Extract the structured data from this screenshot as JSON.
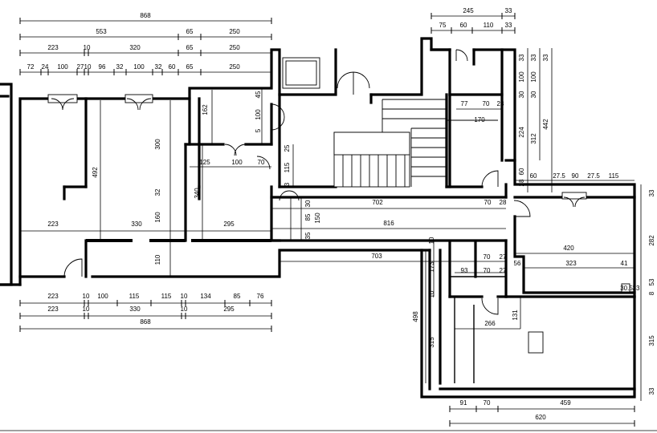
{
  "top": {
    "row1": [
      "868"
    ],
    "row2": [
      "553",
      "65",
      "250"
    ],
    "row3": [
      "223",
      "10",
      "320",
      "65",
      "250"
    ],
    "row4": [
      "72",
      "24",
      "100",
      "27",
      "10",
      "96",
      "32",
      "100",
      "32",
      "60",
      "65",
      "250"
    ],
    "right_row1": [
      "245",
      "33"
    ],
    "right_row2": [
      "75",
      "60",
      "110",
      "33"
    ]
  },
  "bottom": {
    "row1": [
      "223",
      "10",
      "100",
      "115",
      "115",
      "10",
      "134",
      "85",
      "76"
    ],
    "row2": [
      "223",
      "10",
      "330",
      "10",
      "295"
    ],
    "row3": [
      "868"
    ],
    "right_row1": [
      "91",
      "70",
      "459"
    ],
    "right_row2": [
      "620"
    ]
  },
  "right_column": [
    "33",
    "282",
    "8",
    "53",
    "315",
    "33"
  ],
  "stair_column": [
    "33",
    "100",
    "30",
    "224",
    "28",
    "33",
    "100",
    "30",
    "312",
    "60",
    "33",
    "442"
  ],
  "interior": {
    "rooms_left": [
      "223",
      "330",
      "295"
    ],
    "v492": "492",
    "v300": "300",
    "v32": "32",
    "v160": "160",
    "v110": "110",
    "v340": "340",
    "v162": "162",
    "v45": "45",
    "v100a": "100",
    "v5": "5",
    "v25": "25",
    "v115": "115",
    "v3": "3",
    "h125": "125",
    "h100": "100",
    "h70a": "70",
    "corr_30": "30",
    "corr_85": "85",
    "corr_150": "150",
    "corr_35": "35",
    "h702": "702",
    "h816": "816",
    "h703": "703",
    "h70b": "70",
    "h28a": "28",
    "h77": "77",
    "h70c": "70",
    "h23": "23",
    "h170": "170",
    "h60": "60",
    "h27_5a": "27.5",
    "h90": "90",
    "h27_5b": "27.5",
    "h115": "115",
    "h420": "420",
    "h323": "323",
    "h41": "41",
    "h56": "56",
    "h70d": "70",
    "h27a": "27",
    "h93": "93",
    "h70e": "70",
    "h27b": "27",
    "v10a": "10",
    "v173": "173",
    "v10b": "10",
    "v498": "498",
    "v315": "315",
    "v131": "131",
    "h266": "266",
    "small_a": "30.5",
    "small_b": "33"
  }
}
